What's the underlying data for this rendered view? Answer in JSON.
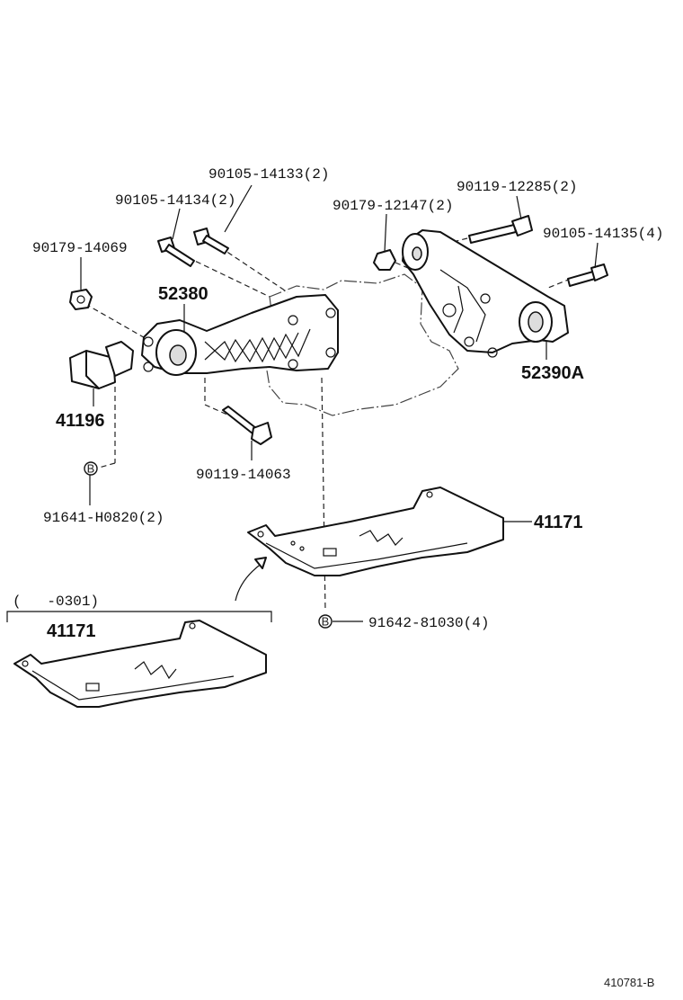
{
  "labels": {
    "p90105_14133": "90105-14133(2)",
    "p90105_14134": "90105-14134(2)",
    "p90179_12147": "90179-12147(2)",
    "p90119_12285": "90119-12285(2)",
    "p90179_14069": "90179-14069",
    "p90105_14135": "90105-14135(4)",
    "p52380": "52380",
    "p52390A": "52390A",
    "p41196": "41196",
    "p90119_14063": "90119-14063",
    "p91641": "91641-H0820(2)",
    "p41171_main": "41171",
    "p91642": "91642-81030(4)",
    "p41171_alt": "41171",
    "range": "(   -0301)",
    "marker_b1": "B",
    "marker_b2": "B",
    "code": "410781-B"
  }
}
